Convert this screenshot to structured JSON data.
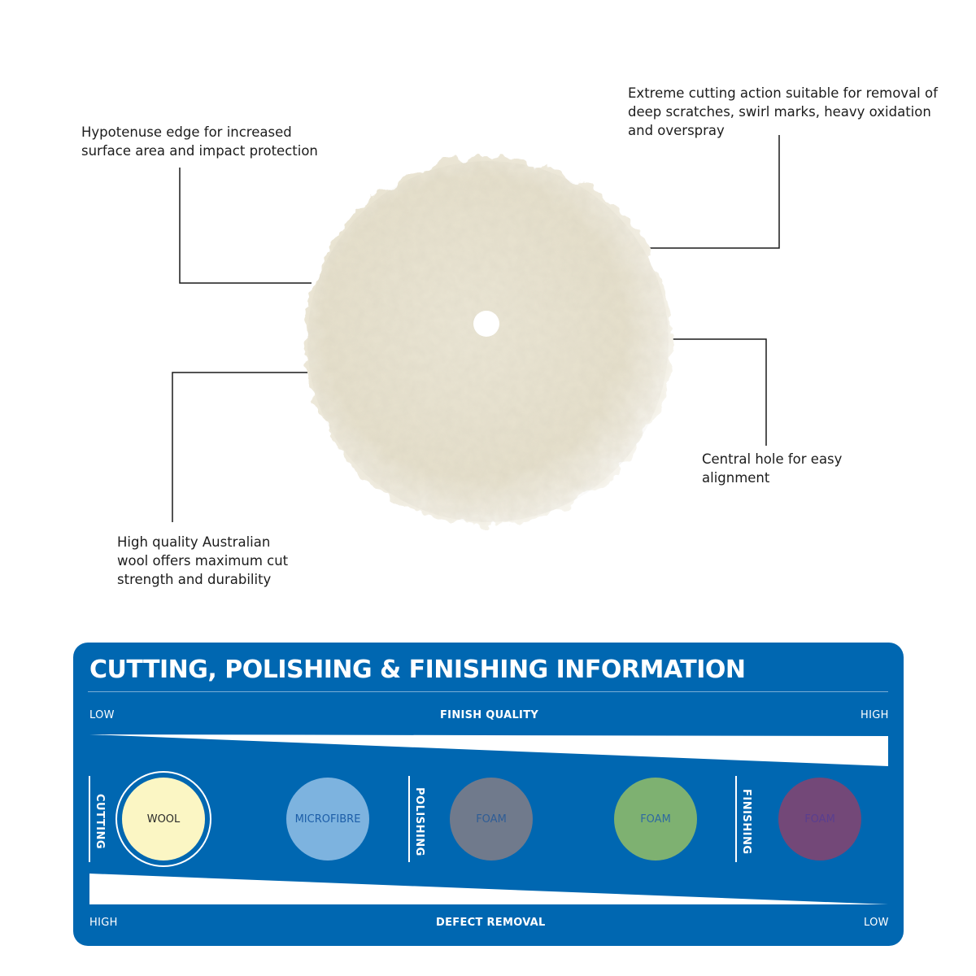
{
  "callouts": {
    "edge": [
      "Hypotenuse edge for increased",
      "surface area and impact protection"
    ],
    "cutting": [
      "Extreme cutting action suitable for removal of",
      "deep scratches, swirl marks, heavy oxidation",
      "and overspray"
    ],
    "hole": [
      "Central hole for easy",
      "alignment"
    ],
    "wool": [
      "High quality Australian",
      "wool offers maximum cut",
      "strength and durability"
    ]
  },
  "info_panel": {
    "title": "CUTTING, POLISHING & FINISHING INFORMATION",
    "finish_quality": {
      "title": "FINISH QUALITY",
      "low": "LOW",
      "high": "HIGH"
    },
    "defect_removal": {
      "title": "DEFECT REMOVAL",
      "high": "HIGH",
      "low": "LOW"
    },
    "sections": {
      "cutting": "CUTTING",
      "polishing": "POLISHING",
      "finishing": "FINISHING"
    },
    "pads": [
      {
        "label": "WOOL",
        "color": "#fbf6c4",
        "text_color": "#2a2a2a",
        "selected": true
      },
      {
        "label": "MICROFIBRE",
        "color": "#7db3df",
        "text_color": "#1d5ea8"
      },
      {
        "label": "FOAM",
        "color": "#707a8c",
        "text_color": "#2f5d96"
      },
      {
        "label": "FOAM",
        "color": "#7eb171",
        "text_color": "#2f6aa1"
      },
      {
        "label": "FOAM",
        "color": "#734878",
        "text_color": "#5a3e8f"
      }
    ],
    "colors": {
      "panel": "#0067b1",
      "wedge": "#ffffff"
    }
  }
}
